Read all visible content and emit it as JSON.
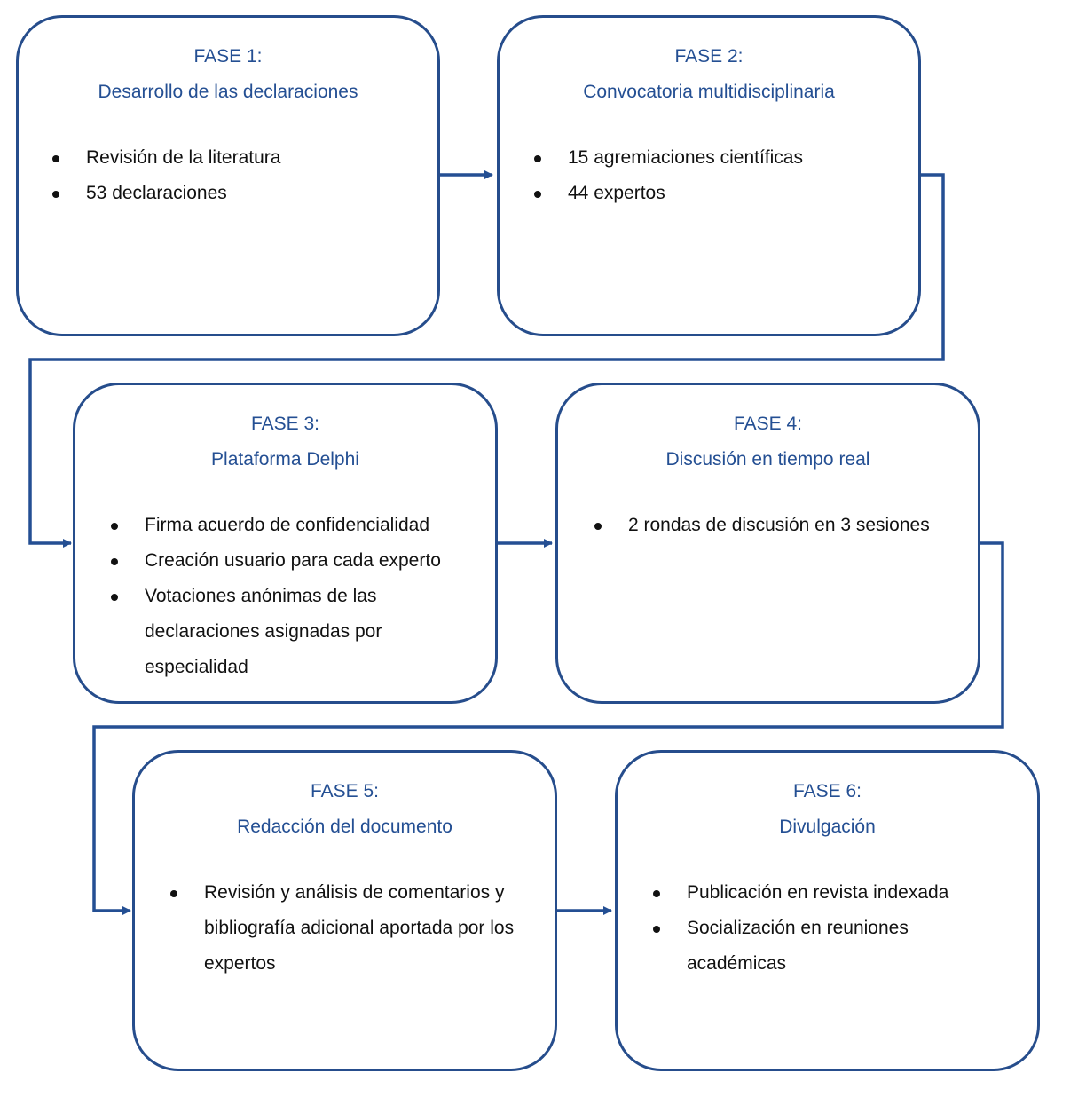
{
  "colors": {
    "border": "#264d8c",
    "heading": "#244f93",
    "connector": "#244f93",
    "text": "#111111"
  },
  "phases": [
    {
      "label": "FASE 1:",
      "title": "Desarrollo de las declaraciones",
      "items": [
        "Revisión de la literatura",
        "53 declaraciones"
      ]
    },
    {
      "label": "FASE 2:",
      "title": "Convocatoria multidisciplinaria",
      "items": [
        "15 agremiaciones científicas",
        "44 expertos"
      ]
    },
    {
      "label": "FASE 3:",
      "title": "Plataforma Delphi",
      "items": [
        "Firma acuerdo de confidencialidad",
        "Creación usuario para cada experto",
        "Votaciones anónimas de las declaraciones asignadas por especialidad"
      ]
    },
    {
      "label": "FASE 4:",
      "title": "Discusión en tiempo real",
      "items": [
        "2 rondas de discusión en 3 sesiones"
      ]
    },
    {
      "label": "FASE 5:",
      "title": "Redacción del documento",
      "items": [
        "Revisión y análisis de comentarios y bibliografía adicional aportada por los expertos"
      ]
    },
    {
      "label": "FASE 6:",
      "title": "Divulgación",
      "items": [
        "Publicación en revista indexada",
        "Socialización en reuniones académicas"
      ]
    }
  ]
}
